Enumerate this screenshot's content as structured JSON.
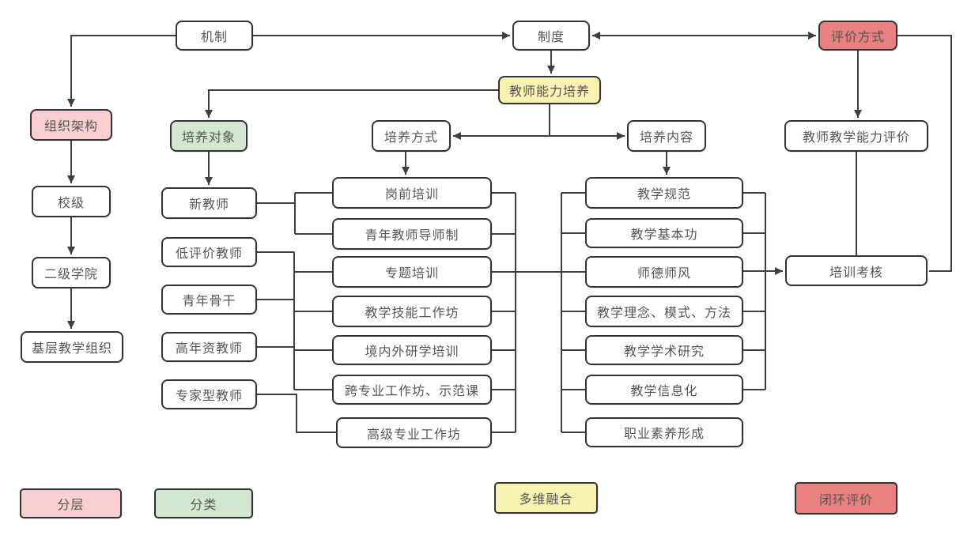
{
  "diagram": {
    "colors": {
      "pink": "#f9cfd2",
      "green": "#d2e7cf",
      "yellow": "#f8f2b2",
      "red": "#e88080",
      "border": "#333333",
      "line": "#3f3f3f",
      "text": "#555555"
    },
    "nodes": {
      "mechanism": "机制",
      "system": "制度",
      "evaluation_method": "评价方式",
      "teacher_ability_training": "教师能力培养",
      "org_structure": "组织架构",
      "training_target": "培养对象",
      "training_method": "培养方式",
      "training_content": "培养内容",
      "teaching_ability_evaluation": "教师教学能力评价",
      "school_level": "校级",
      "secondary_college": "二级学院",
      "grassroots_teaching_org": "基层教学组织",
      "training_assessment": "培训考核"
    },
    "target_items": [
      "新教师",
      "低评价教师",
      "青年骨干",
      "高年资教师",
      "专家型教师"
    ],
    "method_items": [
      "岗前培训",
      "青年教师导师制",
      "专题培训",
      "教学技能工作坊",
      "境内外研学培训",
      "跨专业工作坊、示范课",
      "高级专业工作坊"
    ],
    "content_items": [
      "教学规范",
      "教学基本功",
      "师德师风",
      "教学理念、模式、方法",
      "教学学术研究",
      "教学信息化",
      "职业素养形成"
    ],
    "legend": [
      {
        "label": "分层",
        "color": "pink"
      },
      {
        "label": "分类",
        "color": "green"
      },
      {
        "label": "多维融合",
        "color": "yellow"
      },
      {
        "label": "闭环评价",
        "color": "red"
      }
    ]
  }
}
